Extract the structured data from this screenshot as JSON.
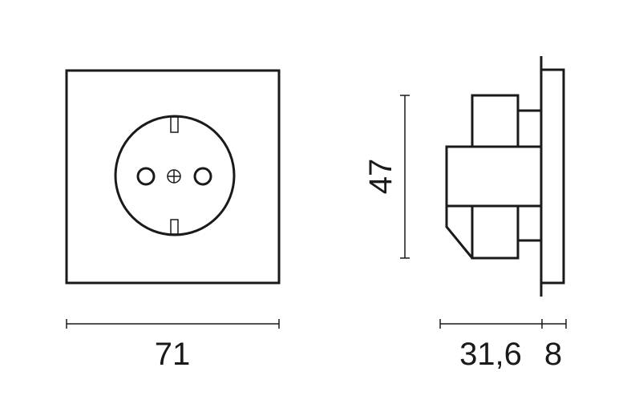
{
  "dimensions": {
    "width": "71",
    "height": "47",
    "depth_body": "31,6",
    "depth_plate": "8"
  },
  "colors": {
    "line": "#1a1a1a",
    "background": "#ffffff"
  }
}
